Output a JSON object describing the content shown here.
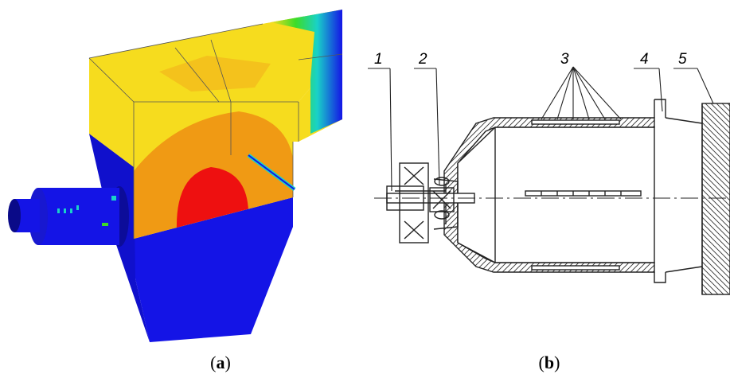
{
  "panel_a": {
    "caption_open": "(",
    "caption_letter": "a",
    "caption_close": ")"
  },
  "panel_b": {
    "caption_open": "(",
    "caption_letter": "b",
    "caption_close": ")",
    "callouts": [
      "1",
      "2",
      "3",
      "4",
      "5"
    ]
  },
  "colors": {
    "blue": "#1414e6",
    "yellow": "#f6dc1e",
    "orange": "#f09a14",
    "red": "#ee1010",
    "cyan": "#19d2c8",
    "green": "#3cdc28"
  }
}
